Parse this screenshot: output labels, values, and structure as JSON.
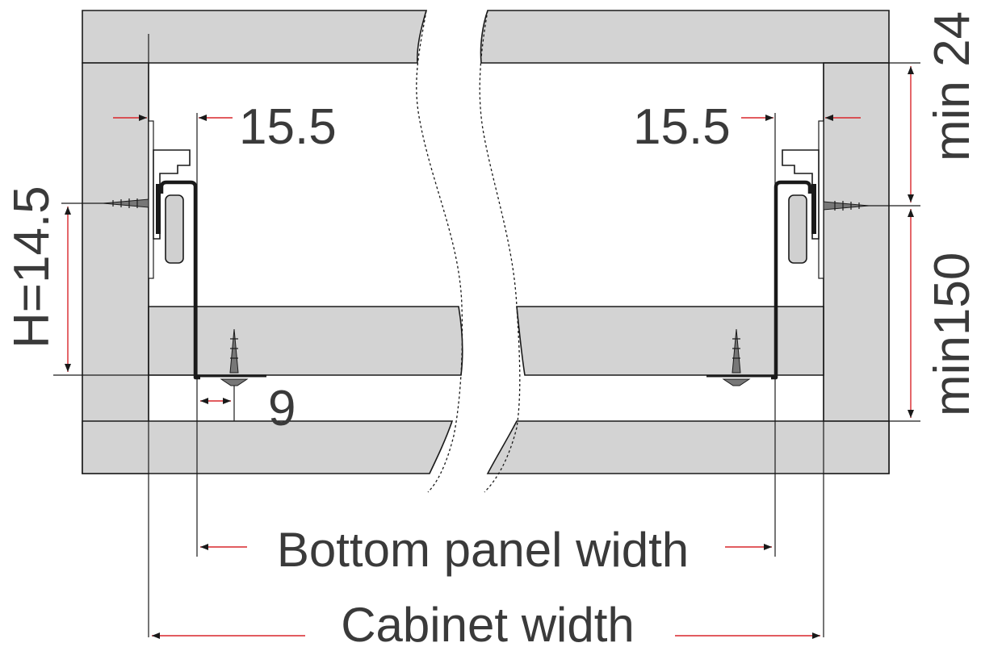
{
  "labels": {
    "left_offset": "15.5",
    "right_offset": "15.5",
    "height": "H=14.5",
    "bottom_gap": "9",
    "min_top": "min 24",
    "min_height": "min150",
    "bottom_panel": "Bottom panel width",
    "cabinet": "Cabinet width"
  },
  "colors": {
    "board": "#d3d3d3",
    "line": "#1a1a1a",
    "dimension": "#d9262b",
    "text": "#3a3a3a"
  }
}
